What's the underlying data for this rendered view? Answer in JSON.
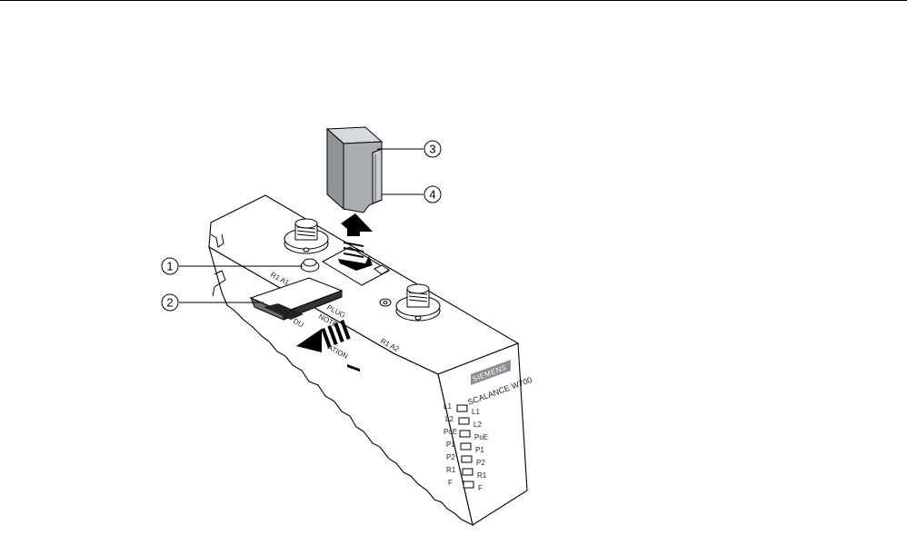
{
  "callouts": [
    {
      "id": "1",
      "label": "1"
    },
    {
      "id": "2",
      "label": "2"
    },
    {
      "id": "3",
      "label": "3"
    },
    {
      "id": "4",
      "label": "4"
    }
  ],
  "device": {
    "brand": "SIEMENS",
    "model": "SCALANCE W700",
    "antenna_labels": [
      "R1 A1",
      "R1 A2"
    ],
    "card_slot_text": [
      "PLUG",
      "NOTE",
      "DU",
      "...",
      "ATION"
    ],
    "led_outer_labels": [
      "L1",
      "L2",
      "PoE",
      "P1",
      "P2",
      "R1",
      "F"
    ],
    "led_inner_labels": [
      "L1",
      "L2",
      "PoE",
      "P1",
      "P2",
      "R1",
      "F"
    ]
  },
  "colors": {
    "line": "#000000",
    "plug_fill": "#a9adb1",
    "plug_top": "#d7dadc",
    "logo_bg": "#8a8f94",
    "arrow": "#000000"
  }
}
